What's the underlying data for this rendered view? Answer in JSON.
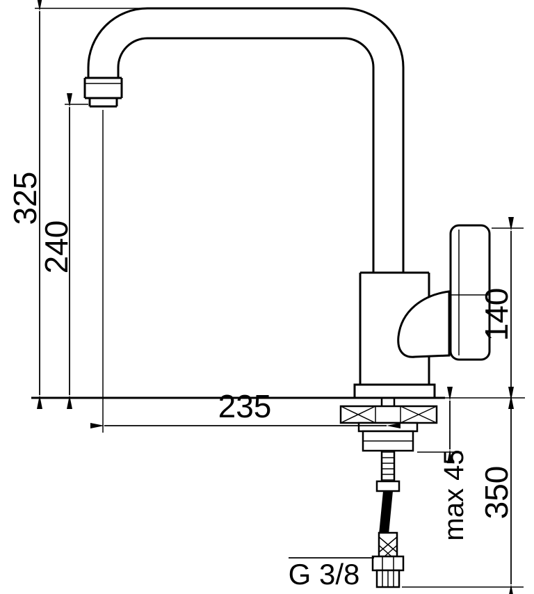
{
  "drawing": {
    "background_color": "#ffffff",
    "line_color": "#000000",
    "labels": {
      "overall_height": "325",
      "spout_height": "240",
      "body_height": "140",
      "spout_reach": "235",
      "max_mounting_thickness": "max 45",
      "hose_length": "350",
      "thread_size": "G 3/8"
    }
  }
}
